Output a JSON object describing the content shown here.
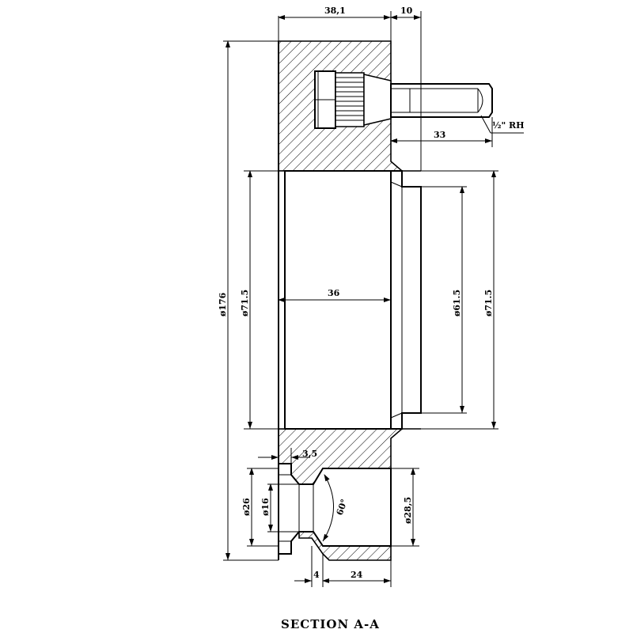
{
  "dimensions": {
    "width_top": "38,1",
    "stud_offset": "10",
    "stud_length": "33",
    "thread_note": "½\" RH",
    "outer_diameter": "ø176",
    "bore_left": "ø71.5",
    "bore_width": "36",
    "bore_right_inner": "ø61.5",
    "bore_right_outer": "ø71.5",
    "step_width": "3,5",
    "hole_outer": "ø26",
    "hole_inner": "ø16",
    "countersink_angle": "60°",
    "counterbore": "ø28,5",
    "lip_width": "4",
    "counterbore_depth": "24"
  },
  "caption": "SECTION A-A",
  "colors": {
    "line": "#000000",
    "background": "#ffffff"
  }
}
